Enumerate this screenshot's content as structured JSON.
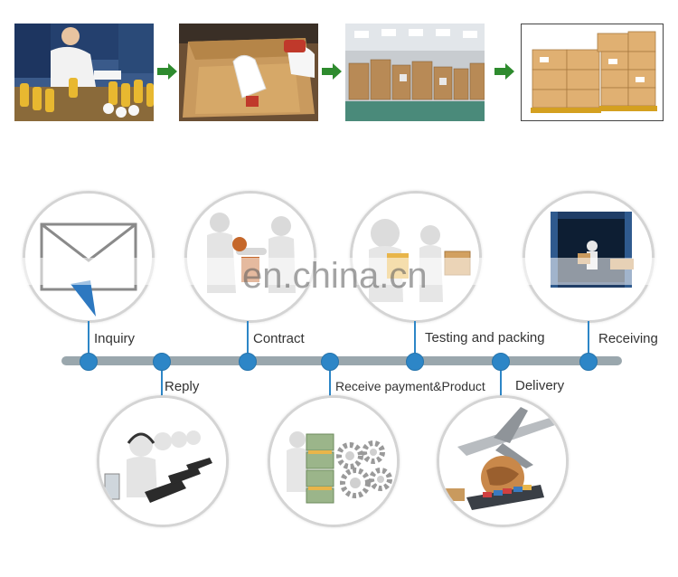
{
  "colors": {
    "accent": "#2d86c7",
    "timeline": "#9aa7ad",
    "arrow": "#2e8b2e"
  },
  "steps": {
    "inquiry": "Inquiry",
    "reply": "Reply",
    "contract": "Contract",
    "receive_payment": "Receive payment&Product",
    "testing_packing": "Testing and packing",
    "delivery": "Delivery",
    "receiving": "Receiving"
  },
  "watermark": "en.china.cn",
  "icons": {
    "flow_arrow": "arrow-right-icon",
    "inquiry": "envelope-icon",
    "contract": "handshake-icon",
    "testing": "packing-icon",
    "receiving": "container-icon",
    "reply": "customer-service-icon",
    "payment": "money-gears-icon",
    "delivery": "airplane-globe-icon"
  }
}
